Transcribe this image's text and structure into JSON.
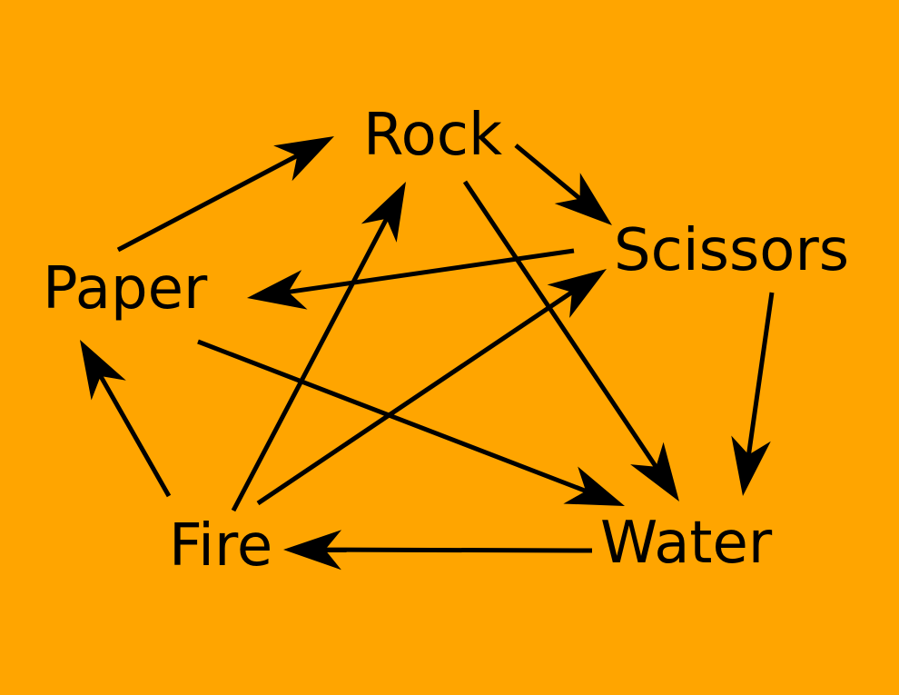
{
  "diagram": {
    "background_color": "#FFA500",
    "ink_color": "#000000",
    "nodes": [
      {
        "id": "rock",
        "label": "Rock"
      },
      {
        "id": "scissors",
        "label": "Scissors"
      },
      {
        "id": "paper",
        "label": "Paper"
      },
      {
        "id": "fire",
        "label": "Fire"
      },
      {
        "id": "water",
        "label": "Water"
      }
    ],
    "edges": [
      {
        "from": "paper",
        "to": "rock"
      },
      {
        "from": "rock",
        "to": "scissors"
      },
      {
        "from": "rock",
        "to": "water"
      },
      {
        "from": "scissors",
        "to": "paper"
      },
      {
        "from": "scissors",
        "to": "water"
      },
      {
        "from": "paper",
        "to": "water"
      },
      {
        "from": "fire",
        "to": "paper"
      },
      {
        "from": "fire",
        "to": "rock"
      },
      {
        "from": "fire",
        "to": "scissors"
      },
      {
        "from": "water",
        "to": "fire"
      }
    ]
  }
}
